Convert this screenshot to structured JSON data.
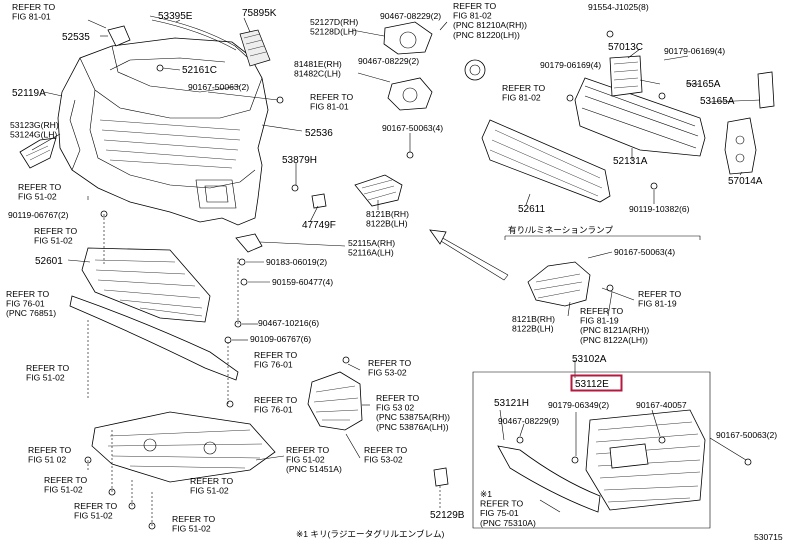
{
  "diagram_code": "530715",
  "footnote": "※1 キリ(ラジエータグリルエンブレム)",
  "highlight_color": "#b5193f",
  "inset_label": "有り/ルミネーションランプ",
  "highlighted_part": "53112E",
  "labels": {
    "refer_81_01_a": "REFER TO\nFIG 81-01",
    "p52535": "52535",
    "p53395E": "53395E",
    "p75895K": "75895K",
    "p52127D": "52127D(RH)\n52128D(LH)",
    "p90467_08229_top": "90467-08229(2)",
    "refer_81_02_pnc": "REFER TO\nFIG 81-02\n(PNC 81210A(RH))\n(PNC 81220(LH))",
    "p91554": "91554-J1025(8)",
    "p52161C": "52161C",
    "p52119A": "52119A",
    "p90167_50063_2": "90167-50063(2)",
    "refer_81_01_b": "REFER TO\nFIG 81-01",
    "p53123G": "53123G(RH)\n53124G(LH)",
    "p52536": "52536",
    "p81481E": "81481E(RH)\n81482C(LH)",
    "p90467_08229_mid": "90467-08229(2)",
    "p57013C": "57013C",
    "p90179_06169_4a": "90179-06169(4)",
    "p90179_06169_4b": "90179-06169(4)",
    "refer_81_02": "REFER TO\nFIG 81-02",
    "p53165A_a": "53165A",
    "p53165A_b": "53165A",
    "p90167_50063_4_top": "90167-50063(4)",
    "p53879H": "53879H",
    "refer_51_02_a": "REFER TO\nFIG 51-02",
    "p90119_06767": "90119-06767(2)",
    "refer_51_02_b": "REFER TO\nFIG 51-02",
    "p47749F": "47749F",
    "p8121B_top": "8121B(RH)\n8122B(LH)",
    "p52611": "52611",
    "p52131A": "52131A",
    "p90119_10382": "90119-10382(6)",
    "p57014A": "57014A",
    "p52115A": "52115A(RH)\n52116A(LH)",
    "p52601": "52601",
    "p90183_06019": "90183-06019(2)",
    "p90159_60477": "90159-60477(4)",
    "p90167_50063_4_mid": "90167-50063(4)",
    "refer_76_01_pnc": "REFER TO\nFIG 76-01\n(PNC 76851)",
    "p90467_10216": "90467-10216(6)",
    "p90109_06767": "90109-06767(6)",
    "refer_81_19": "REFER TO\nFIG 81-19",
    "p8121B_mid": "8121B(RH)\n8122B(LH)",
    "refer_81_19_pnc": "REFER TO\nFIG 81-19\n(PNC 8121A(RH))\n(PNC 8122A(LH))",
    "p53102A": "53102A",
    "refer_76_01_a": "REFER TO\nFIG 76-01",
    "refer_53_02_a": "REFER TO\nFIG 53-02",
    "refer_51_02_c": "REFER TO\nFIG 51-02",
    "refer_76_01_b": "REFER TO\nFIG 76-01",
    "refer_53_02_pnc": "REFER TO\nFIG 53 02\n(PNC 53875A(RH))\n(PNC 53876A(LH))",
    "p53121H": "53121H",
    "p90179_06349": "90179-06349(2)",
    "p90167_40057": "90167-40057",
    "p90467_08229_9": "90467-08229(9)",
    "p90167_50063_2_right": "90167-50063(2)",
    "refer_51_02_d": "REFER TO\nFIG 51 02",
    "refer_51_02_pnc": "REFER TO\nFIG 51-02\n(PNC 51451A)",
    "refer_53_02_b": "REFER TO\nFIG 53-02",
    "refer_51_02_e": "REFER TO\nFIG 51-02",
    "refer_51_02_f": "REFER TO\nFIG 51-02",
    "refer_51_02_g": "REFER TO\nFIG 51-02",
    "refer_51_02_h": "REFER TO\nFIG 51-02",
    "p52129B": "52129B",
    "refer_75_01_pnc": "※1\nREFER TO\nFIG 75-01\n(PNC 75310A)"
  }
}
